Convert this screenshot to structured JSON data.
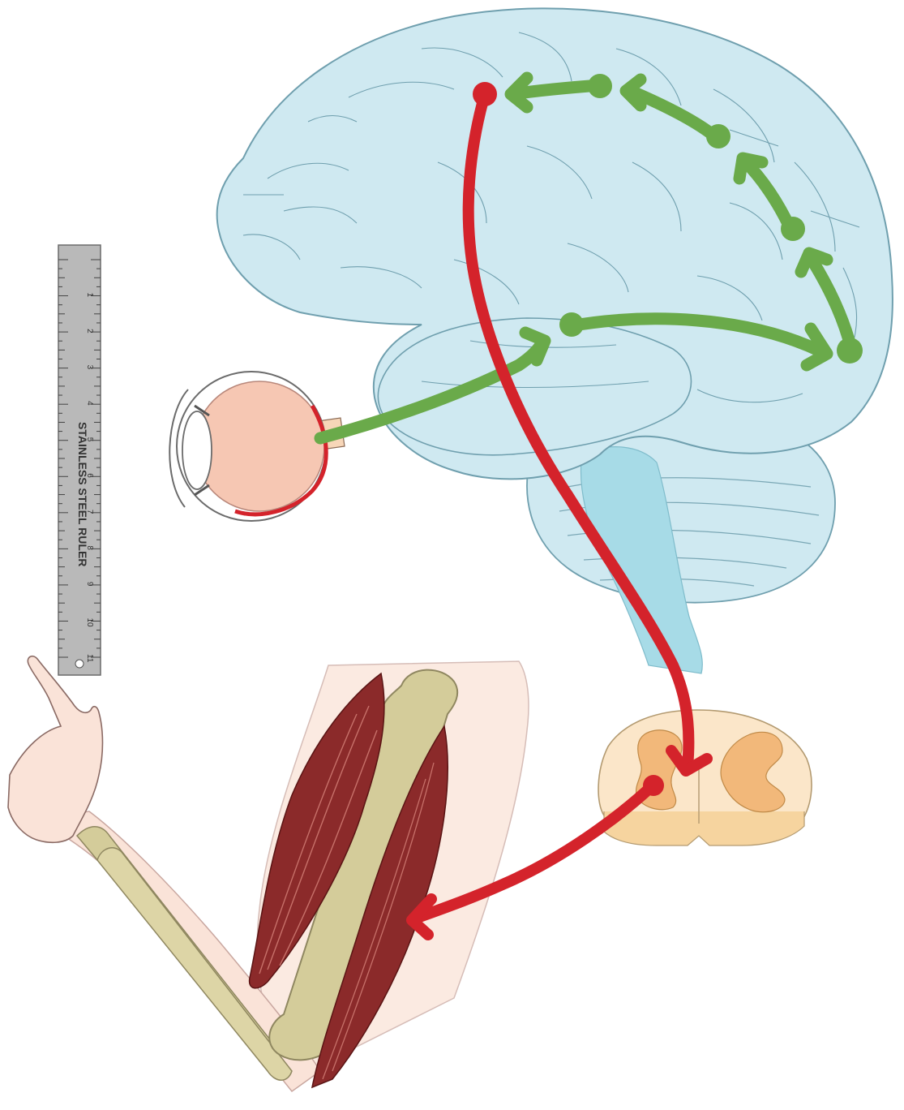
{
  "figure": {
    "ruler": {
      "label": "STAINLESS STEEL RULER",
      "numbers": [
        "1",
        "2",
        "3",
        "4",
        "5",
        "6",
        "7",
        "8",
        "9",
        "10",
        "11"
      ]
    },
    "pathways": [
      {
        "name": "visual-cortex-path",
        "color": "#6aaa4a"
      },
      {
        "name": "motor-path",
        "color": "#d4232b"
      }
    ],
    "colors": {
      "brain": "#cfe9f1",
      "brain_outline": "#6f9fae",
      "brainstem": "#a7dbe7",
      "spinal_gray": "#f2b87a",
      "spinal_white": "#fbe6c9",
      "muscle": "#8b2a2a",
      "bone": "#d4cc9a",
      "skin": "#fae3d8"
    }
  }
}
